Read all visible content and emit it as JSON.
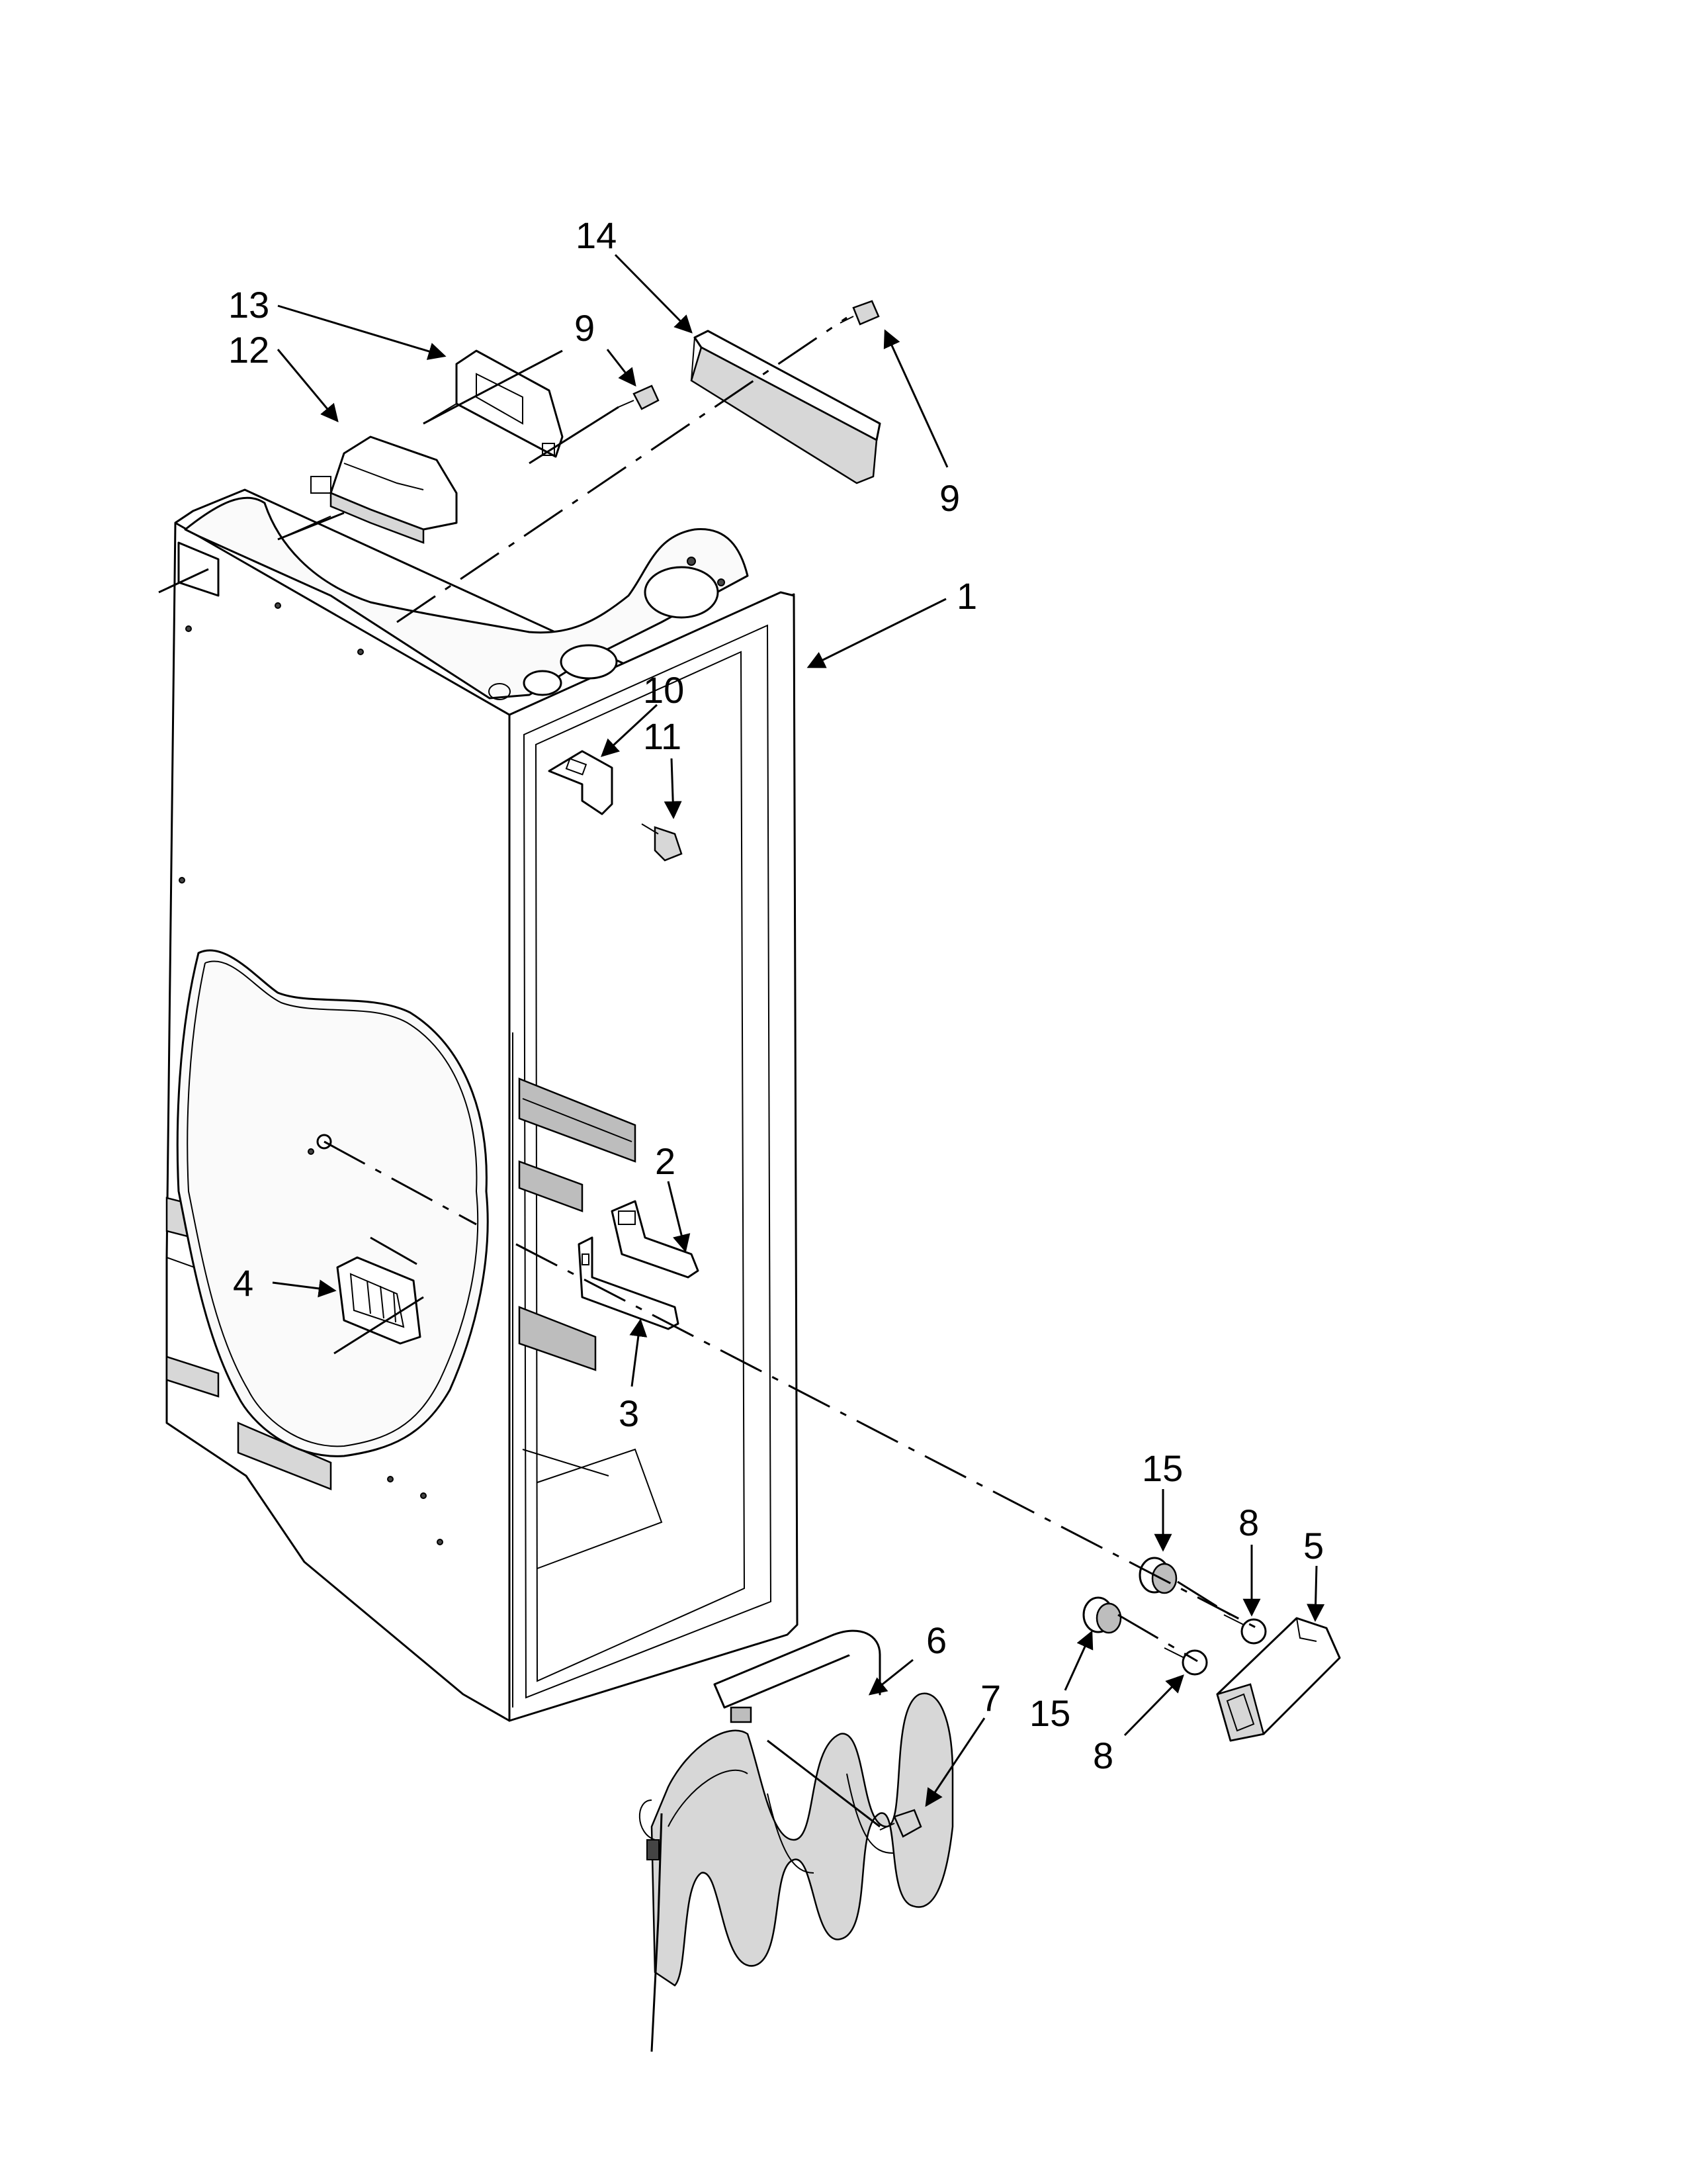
{
  "callouts": [
    {
      "id": "c14",
      "label": "14"
    },
    {
      "id": "c13",
      "label": "13"
    },
    {
      "id": "c12",
      "label": "12"
    },
    {
      "id": "c9a",
      "label": "9"
    },
    {
      "id": "c9b",
      "label": "9"
    },
    {
      "id": "c1",
      "label": "1"
    },
    {
      "id": "c10",
      "label": "10"
    },
    {
      "id": "c11",
      "label": "11"
    },
    {
      "id": "c2",
      "label": "2"
    },
    {
      "id": "c4",
      "label": "4"
    },
    {
      "id": "c3",
      "label": "3"
    },
    {
      "id": "c15a",
      "label": "15"
    },
    {
      "id": "c8a",
      "label": "8"
    },
    {
      "id": "c5",
      "label": "5"
    },
    {
      "id": "c6",
      "label": "6"
    },
    {
      "id": "c7",
      "label": "7"
    },
    {
      "id": "c15b",
      "label": "15"
    },
    {
      "id": "c8b",
      "label": "8"
    }
  ],
  "colors": {
    "line": "#000000",
    "fill": "#ffffff",
    "shade": "#d7d7d7"
  }
}
